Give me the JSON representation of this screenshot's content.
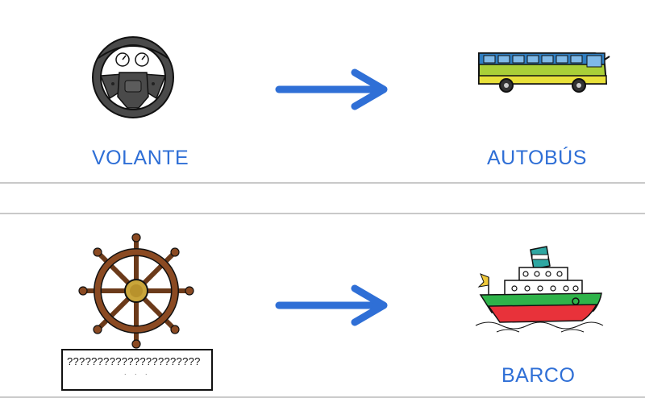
{
  "colors": {
    "label": "#2f6fd6",
    "arrow": "#2f6fd6",
    "divider": "#c9c9c9"
  },
  "rows": [
    {
      "source_icon": "steering-wheel-icon",
      "source_label": "VOLANTE",
      "target_icon": "bus-icon",
      "target_label": "AUTOBÚS"
    },
    {
      "source_icon": "ship-wheel-icon",
      "source_label": "",
      "answer_text": "??????????????????????",
      "answer_marks": ". . .",
      "target_icon": "ship-icon",
      "target_label": "BARCO"
    }
  ]
}
